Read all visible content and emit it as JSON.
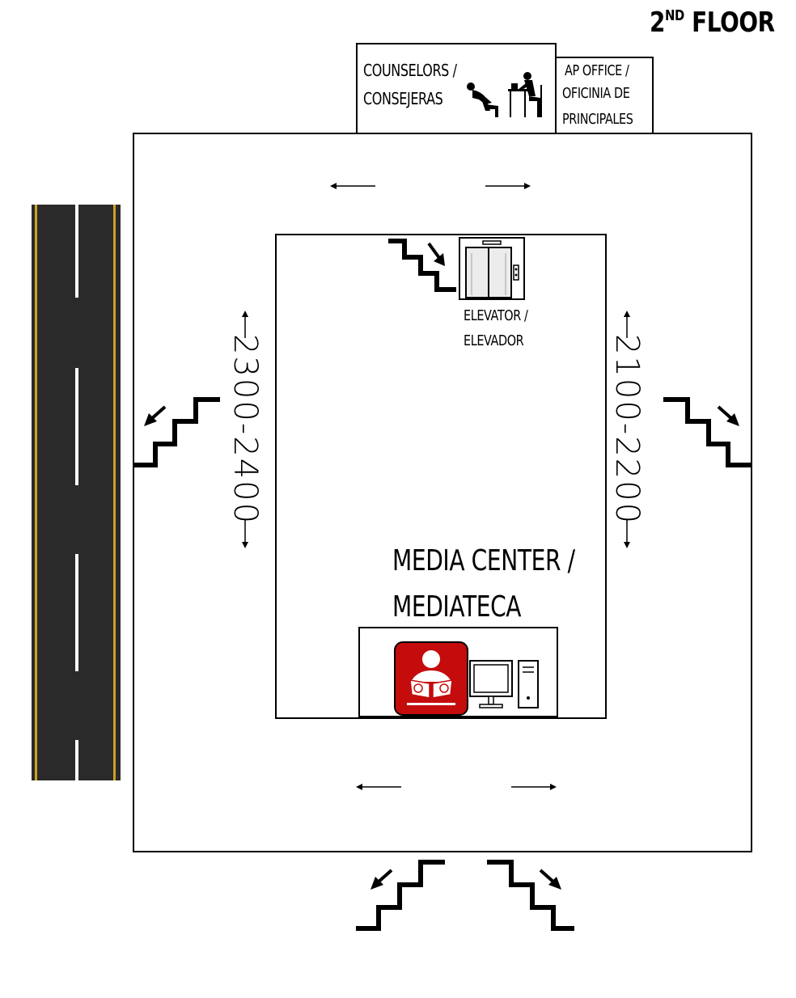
{
  "floor_title": {
    "main": "2",
    "sup": "ND",
    "rest": "FLOOR"
  },
  "counselors": {
    "line1": "COUNSELORS /",
    "line2": "CONSEJERAS"
  },
  "ap_office": {
    "line1": "AP OFFICE /",
    "line2": "OFICINIA DE",
    "line3": "PRINCIPALES"
  },
  "elevator": {
    "line1": "ELEVATOR /",
    "line2": "ELEVADOR"
  },
  "media_center": {
    "line1": "MEDIA CENTER /",
    "line2": "MEDIATECA"
  },
  "rooms": {
    "left": "2300-2400",
    "right": "2100-2200"
  },
  "icons": [
    "stairs-icon",
    "elevator-icon",
    "reading-icon",
    "computer-icon",
    "desk-person-icon",
    "road"
  ],
  "colors": {
    "road": "#2a2a2a",
    "road_edge": "#c9a227",
    "reading_icon_bg": "#c40c0c"
  }
}
